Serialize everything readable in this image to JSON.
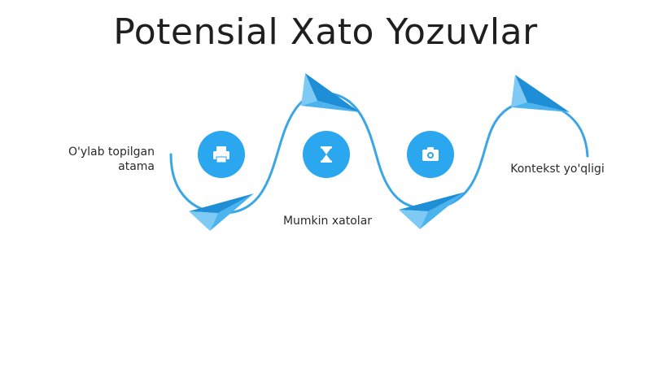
{
  "title": "Potensial Xato Yozuvlar",
  "steps": [
    {
      "label": "O'ylab topilgan atama",
      "icon": "printer-icon"
    },
    {
      "label": "Mumkin xatolar",
      "icon": "hourglass-icon"
    },
    {
      "label": "Kontekst yo'qligi",
      "icon": "camera-icon"
    }
  ],
  "colors": {
    "accent": "#2aa7ef",
    "line": "#3aa6e6",
    "plane_dark": "#1e8fd6",
    "plane_light": "#7fcaf5"
  }
}
